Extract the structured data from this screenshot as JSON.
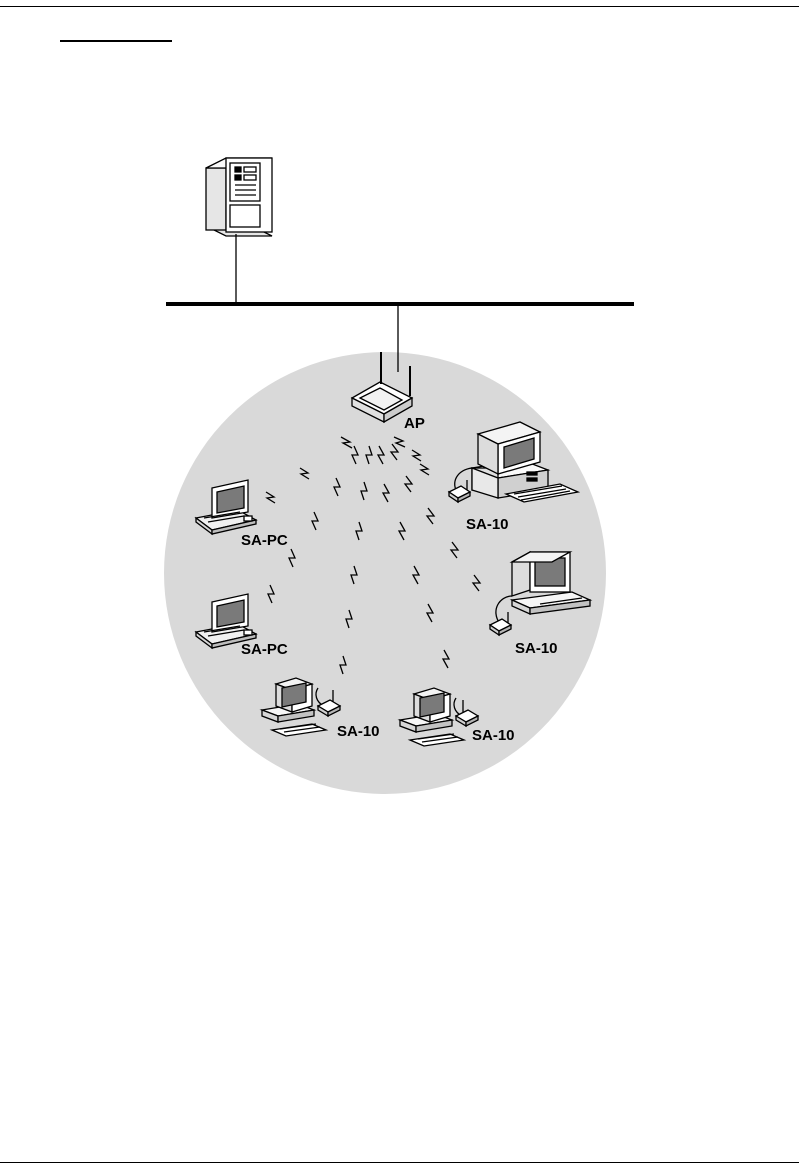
{
  "diagram": {
    "nodes": {
      "ap": {
        "label": "AP"
      },
      "sa_pc_1": {
        "label": "SA-PC"
      },
      "sa_pc_2": {
        "label": "SA-PC"
      },
      "sa10_1": {
        "label": "SA-10"
      },
      "sa10_2": {
        "label": "SA-10"
      },
      "sa10_3": {
        "label": "SA-10"
      },
      "sa10_4": {
        "label": "SA-10"
      }
    },
    "colors": {
      "coverage_area": "#d9d9d9",
      "line": "#000000",
      "screen": "#7a7a7a"
    },
    "icons": [
      "server-icon",
      "access-point-icon",
      "laptop-icon",
      "desktop-computer-icon",
      "wireless-adapter-icon",
      "wireless-signal-icon"
    ]
  }
}
